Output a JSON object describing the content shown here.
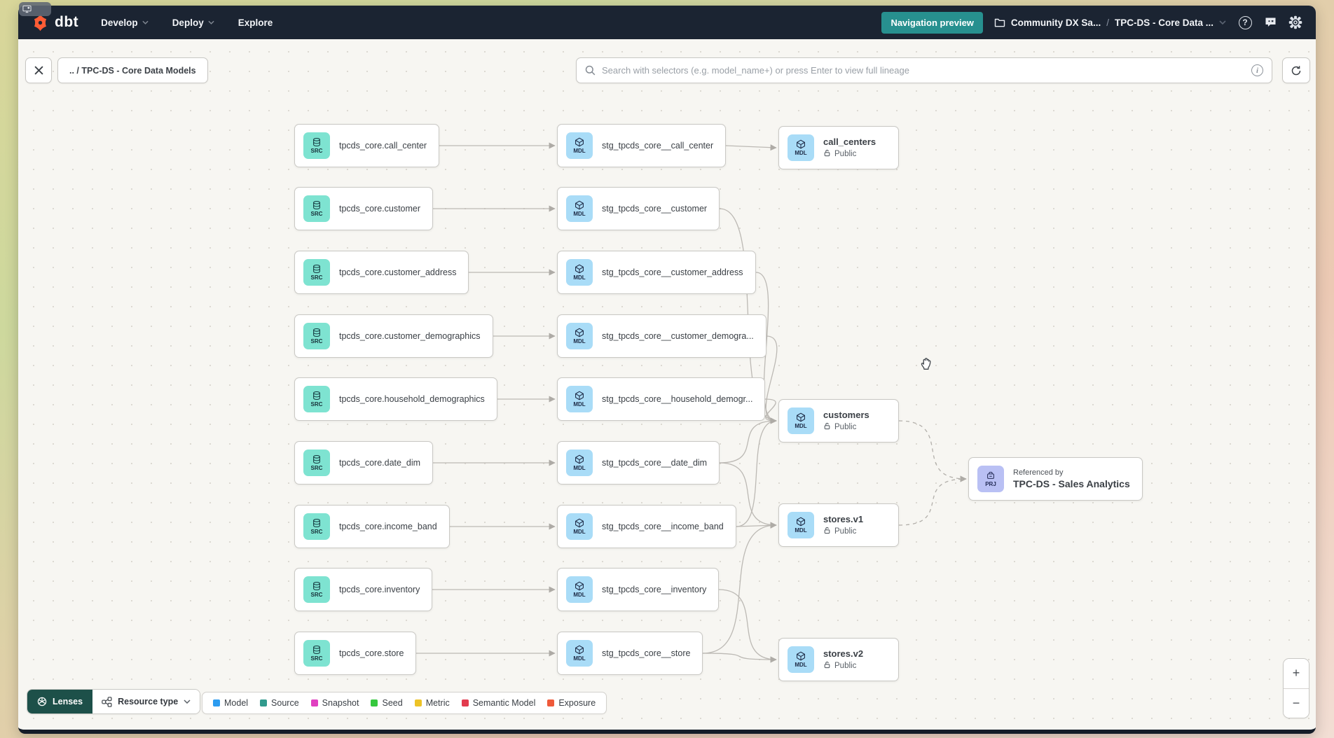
{
  "navbar": {
    "logo_text": "dbt",
    "menu": [
      {
        "label": "Develop",
        "chevron": true
      },
      {
        "label": "Deploy",
        "chevron": true
      },
      {
        "label": "Explore",
        "chevron": false
      }
    ],
    "preview_button": "Navigation preview",
    "breadcrumb_project": "Community DX Sa...",
    "breadcrumb_sep": "/",
    "breadcrumb_page": "TPC-DS - Core Data ...",
    "icons": [
      "help-icon",
      "feedback-icon",
      "settings-icon"
    ]
  },
  "toolbar": {
    "breadcrumb": ".. / TPC-DS - Core Data Models",
    "search_placeholder": "Search with selectors (e.g. model_name+) or press Enter to view full lineage"
  },
  "graph": {
    "nodes": [
      {
        "id": "src_call_center",
        "type": "source",
        "badge": "SRC",
        "label": "tpcds_core.call_center"
      },
      {
        "id": "src_customer",
        "type": "source",
        "badge": "SRC",
        "label": "tpcds_core.customer"
      },
      {
        "id": "src_customer_address",
        "type": "source",
        "badge": "SRC",
        "label": "tpcds_core.customer_address"
      },
      {
        "id": "src_customer_demographics",
        "type": "source",
        "badge": "SRC",
        "label": "tpcds_core.customer_demographics"
      },
      {
        "id": "src_household_demographics",
        "type": "source",
        "badge": "SRC",
        "label": "tpcds_core.household_demographics"
      },
      {
        "id": "src_date_dim",
        "type": "source",
        "badge": "SRC",
        "label": "tpcds_core.date_dim"
      },
      {
        "id": "src_income_band",
        "type": "source",
        "badge": "SRC",
        "label": "tpcds_core.income_band"
      },
      {
        "id": "src_inventory",
        "type": "source",
        "badge": "SRC",
        "label": "tpcds_core.inventory"
      },
      {
        "id": "src_store",
        "type": "source",
        "badge": "SRC",
        "label": "tpcds_core.store"
      },
      {
        "id": "stg_call_center",
        "type": "model",
        "badge": "MDL",
        "label": "stg_tpcds_core__call_center"
      },
      {
        "id": "stg_customer",
        "type": "model",
        "badge": "MDL",
        "label": "stg_tpcds_core__customer"
      },
      {
        "id": "stg_customer_address",
        "type": "model",
        "badge": "MDL",
        "label": "stg_tpcds_core__customer_address"
      },
      {
        "id": "stg_customer_demographics",
        "type": "model",
        "badge": "MDL",
        "label": "stg_tpcds_core__customer_demogra..."
      },
      {
        "id": "stg_household_demographics",
        "type": "model",
        "badge": "MDL",
        "label": "stg_tpcds_core__household_demogr..."
      },
      {
        "id": "stg_date_dim",
        "type": "model",
        "badge": "MDL",
        "label": "stg_tpcds_core__date_dim"
      },
      {
        "id": "stg_income_band",
        "type": "model",
        "badge": "MDL",
        "label": "stg_tpcds_core__income_band"
      },
      {
        "id": "stg_inventory",
        "type": "model",
        "badge": "MDL",
        "label": "stg_tpcds_core__inventory"
      },
      {
        "id": "stg_store",
        "type": "model",
        "badge": "MDL",
        "label": "stg_tpcds_core__store"
      },
      {
        "id": "pub_call_centers",
        "type": "public",
        "badge": "MDL",
        "label": "call_centers",
        "subtitle": "Public"
      },
      {
        "id": "pub_customers",
        "type": "public",
        "badge": "MDL",
        "label": "customers",
        "subtitle": "Public"
      },
      {
        "id": "pub_stores_v1",
        "type": "public",
        "badge": "MDL",
        "label": "stores.v1",
        "subtitle": "Public"
      },
      {
        "id": "pub_stores_v2",
        "type": "public",
        "badge": "MDL",
        "label": "stores.v2",
        "subtitle": "Public"
      },
      {
        "id": "prj_sales_analytics",
        "type": "project",
        "badge": "PRJ",
        "pretitle": "Referenced by",
        "label": "TPC-DS - Sales Analytics"
      }
    ],
    "edges": [
      {
        "from": "src_call_center",
        "to": "stg_call_center",
        "style": "solid"
      },
      {
        "from": "src_customer",
        "to": "stg_customer",
        "style": "solid"
      },
      {
        "from": "src_customer_address",
        "to": "stg_customer_address",
        "style": "solid"
      },
      {
        "from": "src_customer_demographics",
        "to": "stg_customer_demographics",
        "style": "solid"
      },
      {
        "from": "src_household_demographics",
        "to": "stg_household_demographics",
        "style": "solid"
      },
      {
        "from": "src_date_dim",
        "to": "stg_date_dim",
        "style": "solid"
      },
      {
        "from": "src_income_band",
        "to": "stg_income_band",
        "style": "solid"
      },
      {
        "from": "src_inventory",
        "to": "stg_inventory",
        "style": "solid"
      },
      {
        "from": "src_store",
        "to": "stg_store",
        "style": "solid"
      },
      {
        "from": "stg_call_center",
        "to": "pub_call_centers",
        "style": "solid"
      },
      {
        "from": "stg_customer",
        "to": "pub_customers",
        "style": "solid"
      },
      {
        "from": "stg_customer_address",
        "to": "pub_customers",
        "style": "solid"
      },
      {
        "from": "stg_customer_demographics",
        "to": "pub_customers",
        "style": "solid"
      },
      {
        "from": "stg_household_demographics",
        "to": "pub_customers",
        "style": "solid"
      },
      {
        "from": "stg_date_dim",
        "to": "pub_customers",
        "style": "solid"
      },
      {
        "from": "stg_income_band",
        "to": "pub_customers",
        "style": "solid"
      },
      {
        "from": "stg_date_dim",
        "to": "pub_stores_v1",
        "style": "solid"
      },
      {
        "from": "stg_income_band",
        "to": "pub_stores_v1",
        "style": "solid"
      },
      {
        "from": "stg_store",
        "to": "pub_stores_v1",
        "style": "solid"
      },
      {
        "from": "stg_inventory",
        "to": "pub_stores_v2",
        "style": "solid"
      },
      {
        "from": "stg_store",
        "to": "pub_stores_v2",
        "style": "solid"
      },
      {
        "from": "pub_customers",
        "to": "prj_sales_analytics",
        "style": "dashed"
      },
      {
        "from": "pub_stores_v1",
        "to": "prj_sales_analytics",
        "style": "dashed"
      }
    ]
  },
  "legend": {
    "lenses_label": "Lenses",
    "resource_type_label": "Resource type",
    "items": [
      {
        "label": "Model",
        "color": "#2c9cf0"
      },
      {
        "label": "Source",
        "color": "#319a8d"
      },
      {
        "label": "Snapshot",
        "color": "#e040c0"
      },
      {
        "label": "Seed",
        "color": "#35c83e"
      },
      {
        "label": "Metric",
        "color": "#edc327"
      },
      {
        "label": "Semantic Model",
        "color": "#e23b4e"
      },
      {
        "label": "Exposure",
        "color": "#ef5a3a"
      }
    ]
  },
  "zoom_controls": {
    "zoom_in": "+",
    "zoom_out": "−"
  },
  "colors": {
    "navbar_bg": "#1b2432",
    "accent_teal": "#27908f",
    "brand_orange": "#ff5c35",
    "badge_source": "#7ee3d1",
    "badge_model": "#a9dcf7",
    "badge_project": "#b9c0f4",
    "edge": "#bcb9b4"
  }
}
